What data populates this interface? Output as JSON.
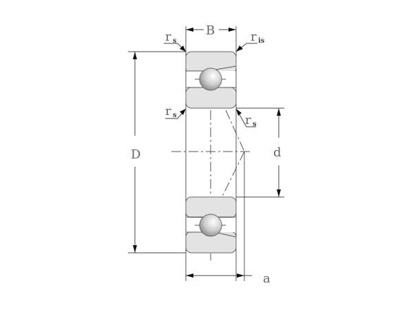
{
  "diagram": {
    "type": "angular-contact-ball-bearing-cross-section",
    "labels": {
      "width": "B",
      "outer_diameter": "D",
      "bore_diameter": "d",
      "load_center": "a",
      "chamfer_outer_left": {
        "base": "r",
        "sub": "s"
      },
      "chamfer_outer_right": {
        "base": "r",
        "sub": "is"
      },
      "chamfer_inner_left": {
        "base": "r",
        "sub": "s"
      },
      "chamfer_inner_right": {
        "base": "r",
        "sub": "s"
      }
    },
    "colors": {
      "background": "#ffffff",
      "ring_fill": "#e3e3e3",
      "line": "#555555",
      "label": "#666666"
    }
  }
}
